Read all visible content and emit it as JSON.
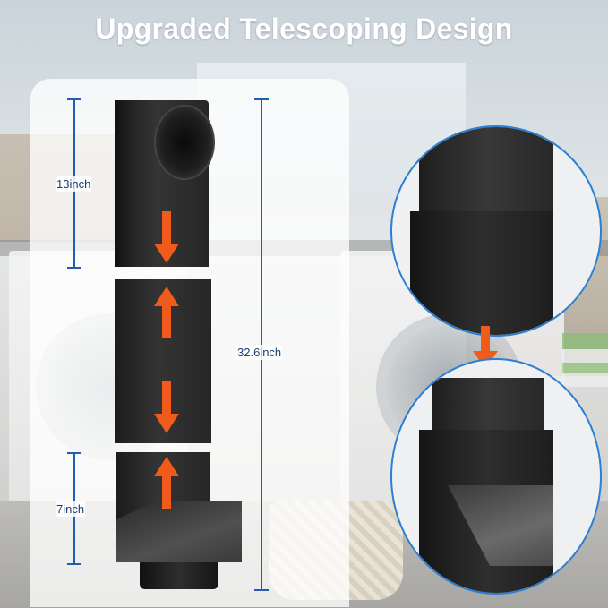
{
  "title": "Upgraded Telescoping Design",
  "dimensions": {
    "top_section": "13inch",
    "total_length": "32.6inch",
    "bottom_section": "7inch"
  },
  "colors": {
    "dimension_line": "#1f5fae",
    "arrow": "#f05a1a",
    "zoom_border": "#2d7fd4",
    "duct": "#2a2a2a"
  },
  "icons": [
    "arrow-down-icon",
    "arrow-up-icon"
  ]
}
